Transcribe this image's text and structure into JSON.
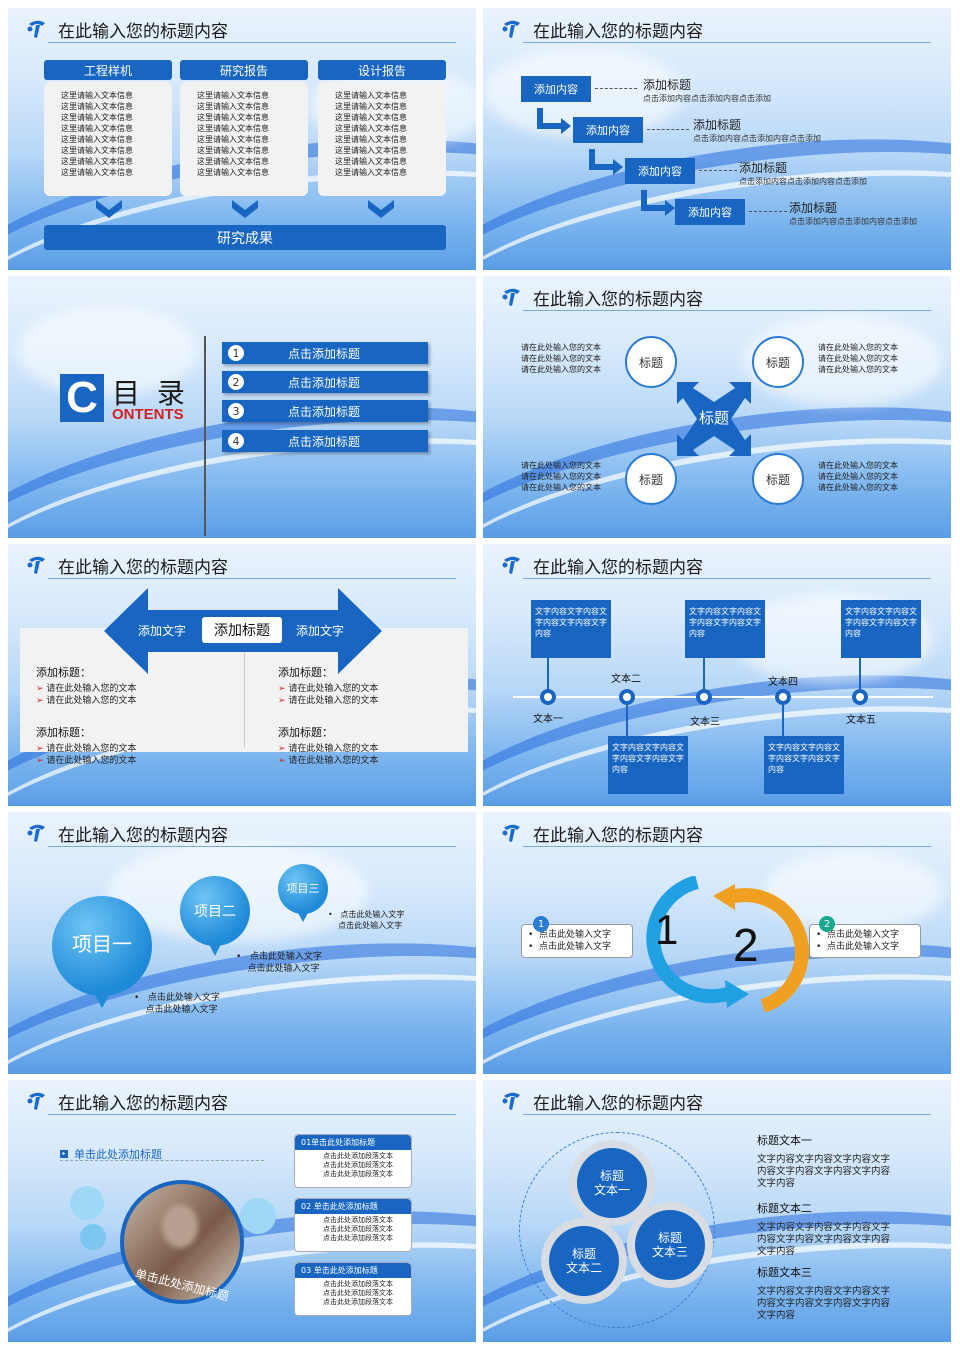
{
  "header_title": "在此输入您的标题内容",
  "s1": {
    "cols": [
      {
        "title": "工程样机"
      },
      {
        "title": "研究报告"
      },
      {
        "title": "设计报告"
      }
    ],
    "line": "这里请输入文本信息",
    "result": "研究成果"
  },
  "s2": {
    "steps": [
      {
        "box": "添加内容",
        "title": "添加标题",
        "desc": "点击添加内容点击添加内容点击添加"
      },
      {
        "box": "添加内容",
        "title": "添加标题",
        "desc": "点击添加内容点击添加内容点击添加"
      },
      {
        "box": "添加内容",
        "title": "添加标题",
        "desc": "点击添加内容点击添加内容点击添加"
      },
      {
        "box": "添加内容",
        "title": "添加标题",
        "desc": "点击添加内容点击添加内容点击添加"
      }
    ]
  },
  "s3": {
    "big_letter": "C",
    "title": "目 录",
    "subtitle": "ONTENTS",
    "items": [
      {
        "num": "1",
        "label": "点击添加标题"
      },
      {
        "num": "2",
        "label": "点击添加标题"
      },
      {
        "num": "3",
        "label": "点击添加标题"
      },
      {
        "num": "4",
        "label": "点击添加标题"
      }
    ]
  },
  "s4": {
    "center": "标题",
    "corner": "标题",
    "text": "请在此处输入您的文本"
  },
  "s5": {
    "left_arrow": "添加文字",
    "center": "添加标题",
    "right_arrow": "添加文字",
    "block_title": "添加标题：",
    "bullet": "请在此处输入您的文本"
  },
  "s6": {
    "box_text": "文字内容文字内容文字内容文字内容文字内容",
    "labels": [
      "文本一",
      "文本二",
      "文本三",
      "文本四",
      "文本五"
    ]
  },
  "s7": {
    "b1": "项目一",
    "b2": "项目二",
    "b3": "项目三",
    "bullet": "点击此处输入文字"
  },
  "s8": {
    "n1": "1",
    "n2": "2",
    "bullet": "点击此处输入文字"
  },
  "s9": {
    "left_title": "单击此处添加标题",
    "photo_caption": "单击此处添加标题",
    "boxes": [
      {
        "title": "01单击此处添加标题"
      },
      {
        "title": "02 单击此处添加标题"
      },
      {
        "title": "03 单击此处添加标题"
      }
    ],
    "line": "点击此处添加段落文本"
  },
  "s10": {
    "c1": "标题\n文本一",
    "c2": "标题\n文本二",
    "c3": "标题\n文本三",
    "items": [
      {
        "title": "标题文本一",
        "body": "文字内容文字内容文字内容文字内容文字内容文字内容文字内容文字内容"
      },
      {
        "title": "标题文本二",
        "body": "文字内容文字内容文字内容文字内容文字内容文字内容文字内容文字内容"
      },
      {
        "title": "标题文本三",
        "body": "文字内容文字内容文字内容文字内容文字内容文字内容文字内容文字内容"
      }
    ]
  }
}
